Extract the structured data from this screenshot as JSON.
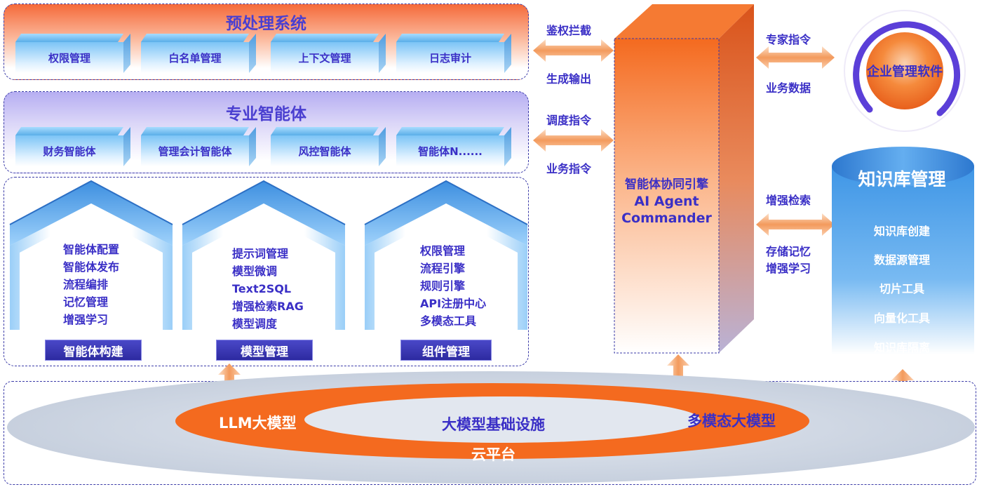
{
  "preprocess": {
    "title": "预处理系统",
    "items": [
      "权限管理",
      "白名单管理",
      "上下文管理",
      "日志审计"
    ]
  },
  "agents": {
    "title": "专业智能体",
    "items": [
      "财务智能体",
      "管理会计智能体",
      "风控智能体",
      "智能体N......"
    ]
  },
  "houses": [
    {
      "lines": [
        "智能体配置",
        "智能体发布",
        "流程编排",
        "记忆管理",
        "增强学习"
      ],
      "label": "智能体构建"
    },
    {
      "lines": [
        "提示词管理",
        "模型微调",
        "Text2SQL",
        "增强检索RAG",
        "模型调度"
      ],
      "label": "模型管理"
    },
    {
      "lines": [
        "权限管理",
        "流程引擎",
        "规则引擎",
        "API注册中心",
        "多模态工具"
      ],
      "label": "组件管理"
    }
  ],
  "arrows_left": {
    "a1_top": "鉴权拦截",
    "a1_bottom": "生成输出",
    "a2_top": "调度指令",
    "a2_bottom": "业务指令"
  },
  "engine": {
    "line1": "智能体协同引擎",
    "line2": "AI Agent",
    "line3": "Commander"
  },
  "arrows_right": {
    "a1_top": "专家指令",
    "a1_bottom": "业务数据",
    "a2_top": "增强检索",
    "a2_bottom_1": "存储记忆",
    "a2_bottom_2": "增强学习"
  },
  "enterprise": {
    "label": "企业管理软件"
  },
  "knowledge": {
    "title": "知识库管理",
    "items": [
      "知识库创建",
      "数据源管理",
      "切片工具",
      "向量化工具",
      "知识库隔离"
    ]
  },
  "cloud": {
    "left": "LLM大模型",
    "center": "大模型基础设施",
    "right": "多模态大模型",
    "bottom": "云平台"
  },
  "colors": {
    "accent": "#f46a1f",
    "primary_text": "#3a2fc6",
    "box_blue": "#7cc4f6"
  }
}
